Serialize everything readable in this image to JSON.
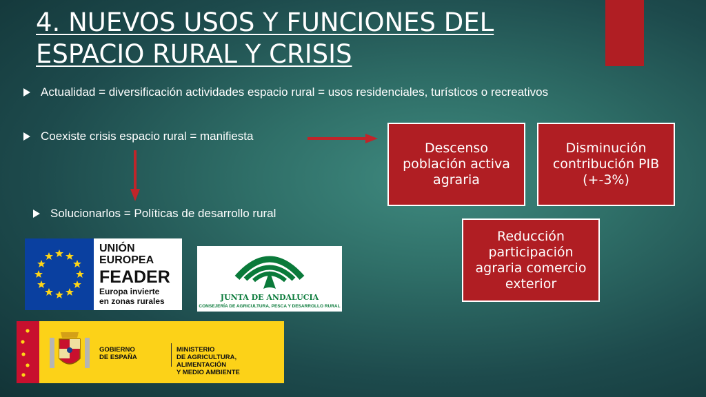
{
  "slide": {
    "title": "4. NUEVOS USOS Y FUNCIONES DEL ESPACIO RURAL Y CRISIS",
    "bullets": [
      "Actualidad = diversificación actividades espacio rural = usos residenciales, turísticos o recreativos",
      "Coexiste crisis espacio rural = manifiesta",
      "Solucionarlos = Políticas de desarrollo rural"
    ],
    "boxes": [
      "Descenso población activa agraria",
      "Disminución contribución PIB (+-3%)",
      "Reducción participación agraria comercio exterior"
    ]
  },
  "logos": {
    "eu": {
      "line1": "UNIÓN",
      "line2": "EUROPEA",
      "line3": "FEADER",
      "line4": "Europa invierte",
      "line5": "en zonas rurales"
    },
    "andalucia": {
      "line1": "JUNTA DE ANDALUCIA",
      "line2": "CONSEJERÍA DE AGRICULTURA, PESCA Y DESARROLLO RURAL"
    },
    "spain": {
      "gov_line1": "GOBIERNO",
      "gov_line2": "DE ESPAÑA",
      "min_line1": "MINISTERIO",
      "min_line2": "DE AGRICULTURA, ALIMENTACIÓN",
      "min_line3": "Y MEDIO AMBIENTE"
    }
  },
  "colors": {
    "accent_red": "#b01e23",
    "background": "#2f6f68",
    "eu_blue": "#0a40a0",
    "andalucia_green": "#0a7a3a",
    "spain_yellow": "#fcd218"
  }
}
